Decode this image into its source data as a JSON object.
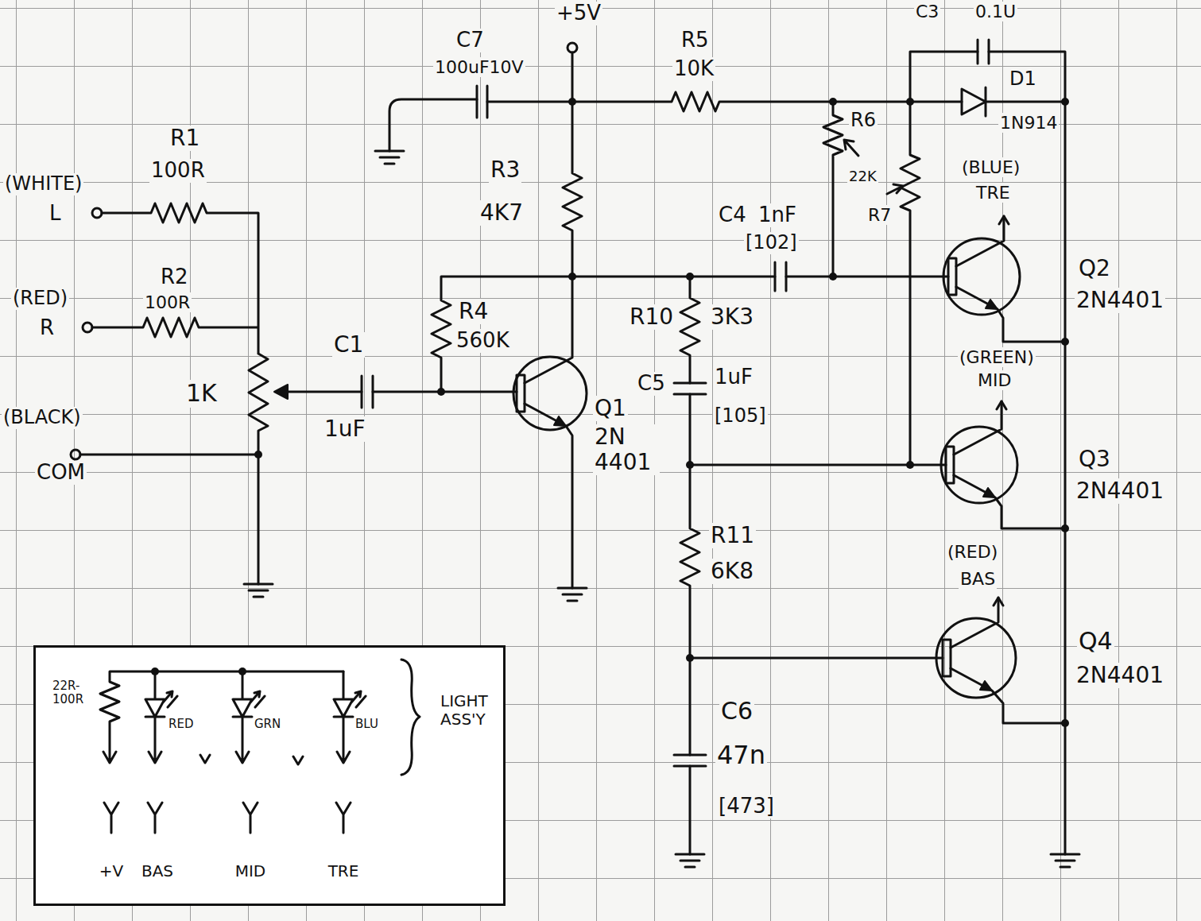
{
  "diagram": {
    "nodes": [
      {
        "text": [
          "22R-100R",
          "RED",
          "GRN",
          "BLU",
          "LIGHT ASS'Y",
          "+V",
          "BAS",
          "MID",
          "TRE"
        ]
      }
    ],
    "labels": [
      "+5V",
      "C7",
      "100uF10V",
      "R5",
      "10K",
      "C3",
      "0.1U",
      "D1",
      "1N914",
      "R6",
      "22K",
      "R7",
      "(BLUE)",
      "TRE",
      "Q2",
      "2N4401",
      "R1",
      "100R",
      "(WHITE)",
      "L",
      "(RED)",
      "R",
      "R2",
      "100R",
      "(BLACK)",
      "COM",
      "1K",
      "R3",
      "4K7",
      "C4",
      "1nF",
      "[102]",
      "R4",
      "560K",
      "C1",
      "1uF",
      "Q1",
      "2N 4401",
      "R10",
      "3K3",
      "C5",
      "1uF",
      "[105]",
      "(GREEN)",
      "MID",
      "Q3",
      "2N4401",
      "R11",
      "6K8",
      "(RED)",
      "BAS",
      "Q4",
      "2N4401",
      "C6",
      "47n",
      "[473]"
    ]
  }
}
